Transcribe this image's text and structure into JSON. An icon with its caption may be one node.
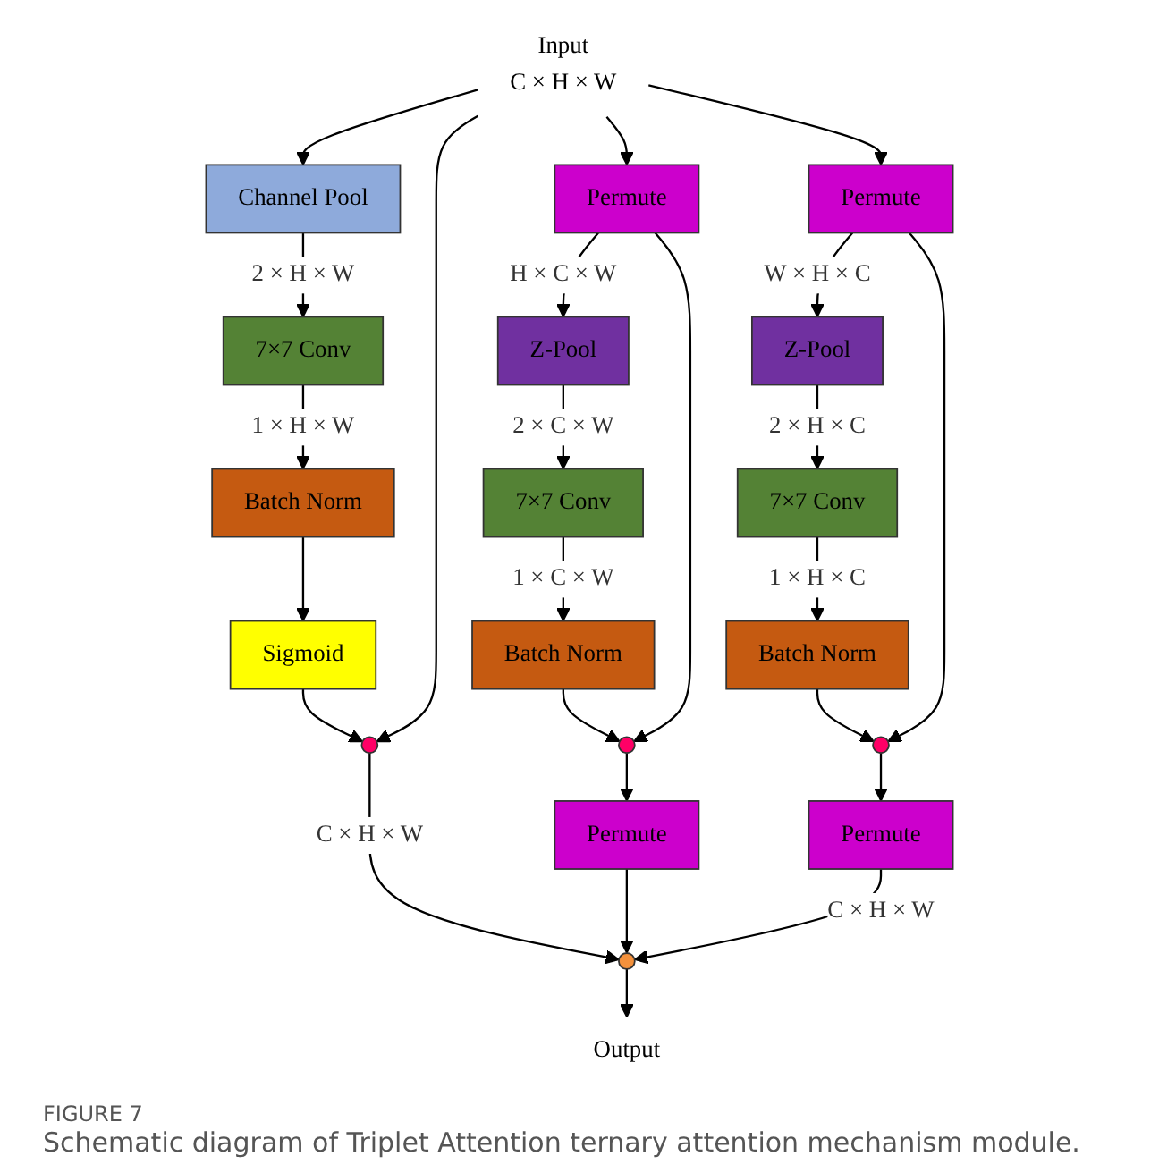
{
  "diagram": {
    "caption": "Schematic diagram of Triplet Attention ternary attention mechanism module.",
    "nodes": [
      {
        "text": [
          "Input"
        ],
        "beside": [
          "C × H × W"
        ]
      },
      {
        "text": [
          "Channel Pool"
        ]
      },
      {
        "text": [
          "7×7 Conv"
        ]
      },
      {
        "text": [
          "Batch Norm"
        ]
      },
      {
        "text": [
          "Sigmoid"
        ]
      },
      {
        "text": [],
        "shape": "circle"
      },
      {
        "text": [
          "Permute"
        ]
      },
      {
        "text": [
          "Z-Pool"
        ]
      },
      {
        "text": [
          "7×7 Conv"
        ]
      },
      {
        "text": [
          "Batch Norm"
        ]
      },
      {
        "text": [],
        "shape": "circle"
      },
      {
        "text": [
          "Permute"
        ]
      },
      {
        "text": [
          "Permute"
        ]
      },
      {
        "text": [
          "Z-Pool"
        ]
      },
      {
        "text": [
          "7×7 Conv"
        ]
      },
      {
        "text": [
          "Batch Norm"
        ]
      },
      {
        "text": [],
        "shape": "circle"
      },
      {
        "text": [
          "Permute"
        ]
      },
      {
        "text": [],
        "shape": "circle"
      },
      {
        "text": [
          "Output"
        ]
      }
    ],
    "edges": [
      {
        "from": 0,
        "to": 1,
        "arrow": "to"
      },
      {
        "from": 1,
        "to": 2,
        "arrow": "to",
        "label": "2 × H × W"
      },
      {
        "from": 2,
        "to": 3,
        "arrow": "to",
        "label": "1 × H × W"
      },
      {
        "from": 3,
        "to": 4,
        "arrow": "to"
      },
      {
        "from": 4,
        "to": 5,
        "arrow": "to"
      },
      {
        "from": 0,
        "to": 5,
        "arrow": "to"
      },
      {
        "from": 0,
        "to": 6,
        "arrow": "to"
      },
      {
        "from": 6,
        "to": 7,
        "arrow": "to",
        "label": "H × C × W"
      },
      {
        "from": 7,
        "to": 8,
        "arrow": "to",
        "label": "2 × C × W"
      },
      {
        "from": 8,
        "to": 9,
        "arrow": "to",
        "label": "1 × C × W"
      },
      {
        "from": 9,
        "to": 10,
        "arrow": "to"
      },
      {
        "from": 6,
        "to": 10,
        "arrow": "to"
      },
      {
        "from": 10,
        "to": 11,
        "arrow": "to"
      },
      {
        "from": 0,
        "to": 12,
        "arrow": "to"
      },
      {
        "from": 12,
        "to": 13,
        "arrow": "to",
        "label": "W × H × C"
      },
      {
        "from": 13,
        "to": 14,
        "arrow": "to",
        "label": "2 × H × C"
      },
      {
        "from": 14,
        "to": 15,
        "arrow": "to",
        "label": "1 × H × C"
      },
      {
        "from": 15,
        "to": 16,
        "arrow": "to"
      },
      {
        "from": 12,
        "to": 16,
        "arrow": "to"
      },
      {
        "from": 16,
        "to": 17,
        "arrow": "to"
      },
      {
        "from": 5,
        "to": 18,
        "arrow": "to",
        "label": "C × H × W"
      },
      {
        "from": 11,
        "to": 18,
        "arrow": "to"
      },
      {
        "from": 17,
        "to": 18,
        "arrow": "to",
        "label": "C × H × W"
      },
      {
        "from": 18,
        "to": 19,
        "arrow": "to"
      }
    ],
    "labels": [
      "FIGURE 7"
    ]
  }
}
